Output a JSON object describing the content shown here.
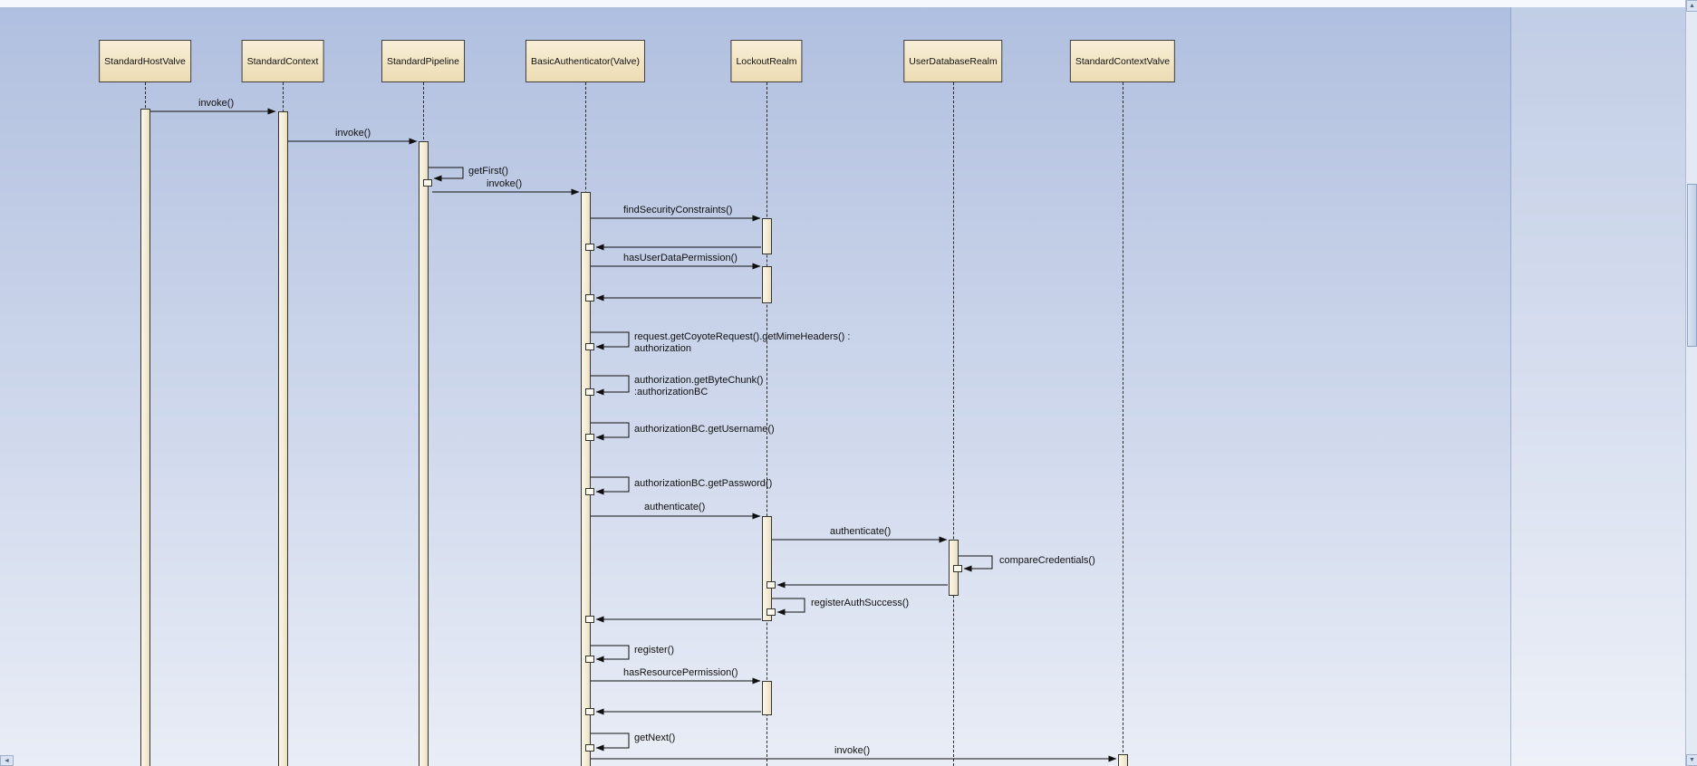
{
  "participants": [
    {
      "name": "StandardHostValve"
    },
    {
      "name": "StandardContext"
    },
    {
      "name": "StandardPipeline"
    },
    {
      "name": "BasicAuthenticator(Valve)"
    },
    {
      "name": "LockoutRealm"
    },
    {
      "name": "UserDatabaseRealm"
    },
    {
      "name": "StandardContextValve"
    }
  ],
  "messages": {
    "invoke1": "invoke()",
    "invoke2": "invoke()",
    "getFirst": "getFirst()",
    "invoke3": "invoke()",
    "findSecurityConstraints": "findSecurityConstraints()",
    "hasUserDataPermission": "hasUserDataPermission()",
    "getMimeHeaders": "request.getCoyoteRequest().getMimeHeaders() : authorization",
    "getByteChunk": "authorization.getByteChunk() :authorizationBC",
    "getUsername": "authorizationBC.getUsername()",
    "getPassword": "authorizationBC.getPassword()",
    "authenticate1": "authenticate()",
    "authenticate2": "authenticate()",
    "compareCredentials": "compareCredentials()",
    "registerAuthSuccess": "registerAuthSuccess()",
    "register": "register()",
    "hasResourcePermission": "hasResourcePermission()",
    "getNext": "getNext()",
    "invoke4": "invoke()"
  },
  "colors": {
    "background_top": "#aebfdf",
    "background_bottom": "#e9edf6",
    "participant_fill": "#f2e5c4",
    "activation_fill": "#f3ebd4",
    "line": "#101010"
  },
  "scrollbar": {
    "up_icon": "▲",
    "down_icon": "▼",
    "left_icon": "◄"
  }
}
